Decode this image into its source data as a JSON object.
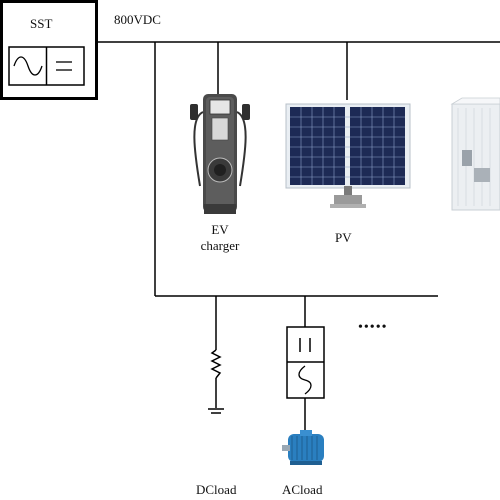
{
  "sst": {
    "label": "SST"
  },
  "bus": {
    "voltage_label": "800VDC"
  },
  "ev_charger": {
    "line1": "EV",
    "line2": "charger"
  },
  "pv": {
    "label": "PV"
  },
  "more_indicator": "•••••",
  "loads": {
    "dc_label": "DCload",
    "ac_label": "ACload"
  }
}
